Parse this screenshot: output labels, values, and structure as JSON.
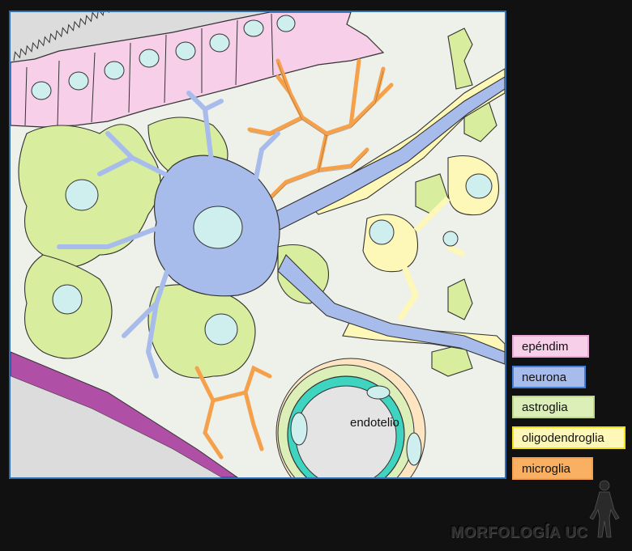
{
  "diagram": {
    "cell_label": "endotelio"
  },
  "legend": [
    {
      "label": "epéndim",
      "fill": "#f7cfe9",
      "border": "#e8a9d6"
    },
    {
      "label": "neurona",
      "fill": "#a8bcec",
      "border": "#3f7fd6"
    },
    {
      "label": "astroglia",
      "fill": "#dcefb8",
      "border": "#bcd989"
    },
    {
      "label": "oligodendroglia",
      "fill": "#fdf7b8",
      "border": "#f2e01b"
    },
    {
      "label": "microglia",
      "fill": "#f9b062",
      "border": "#f5a04b"
    }
  ],
  "branding": {
    "name": "MORFOLOGÍA UC"
  },
  "colors": {
    "frame": "#2c6fb6",
    "background": "#111111",
    "tissue": "#eef0ea"
  }
}
